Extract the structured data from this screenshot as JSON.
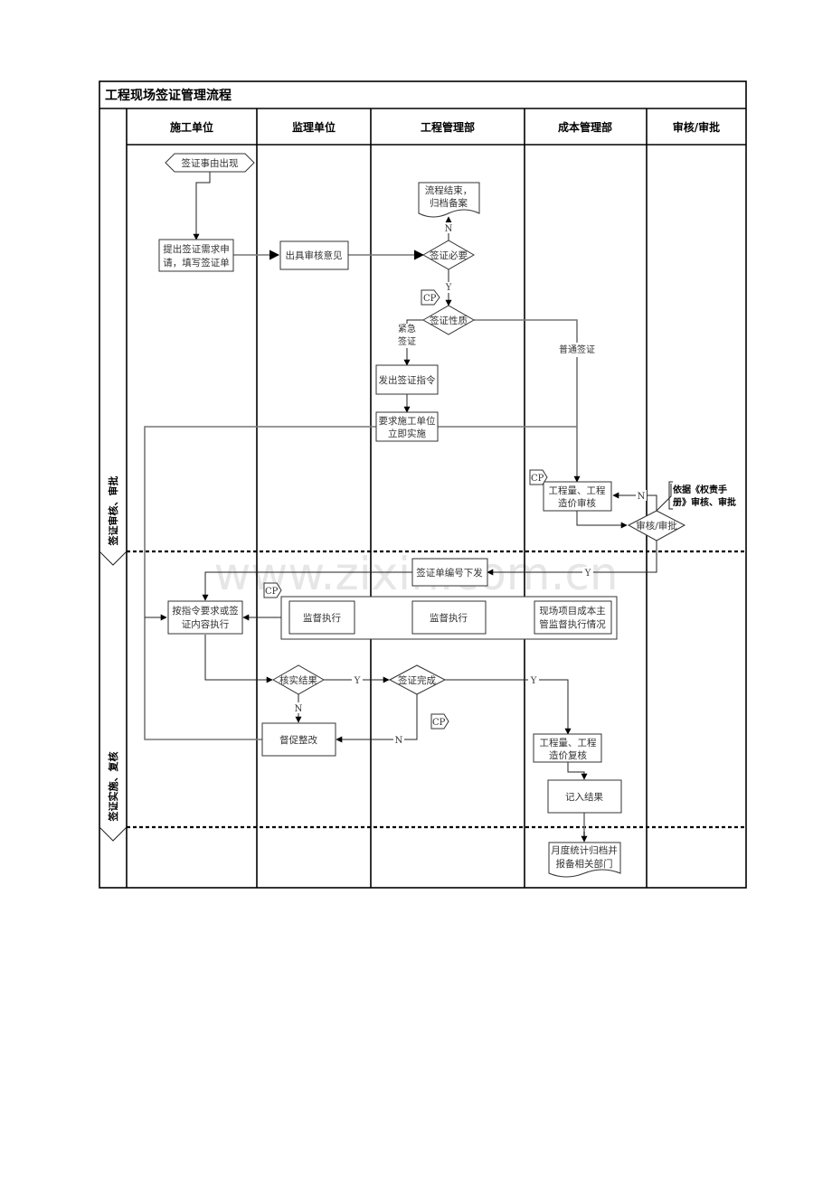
{
  "title": "工程现场签证管理流程",
  "lanes": [
    "施工单位",
    "监理单位",
    "工程管理部",
    "成本管理部",
    "审核/审批"
  ],
  "phases": [
    "签证审核、审批",
    "签证实施、复核"
  ],
  "watermark": "www.zixin.com.cn",
  "nodes": {
    "start": "签证事由出现",
    "apply": [
      "提出签证需求申",
      "请，填写签证单"
    ],
    "supervisor_opinion": "出具审核意见",
    "end_archive": [
      "流程结束，",
      "归档备案"
    ],
    "necessary": "签证必要",
    "nature": "签证性质",
    "issue_order": "发出签证指令",
    "require_impl": [
      "要求施工单位",
      "立即实施"
    ],
    "cost_review": [
      "工程量、工程",
      "造价审核"
    ],
    "approve": "审核/审批",
    "basis_note": [
      "依据《权责手",
      "册》审核、审批"
    ],
    "number_issue": "签证单编号下发",
    "execute": [
      "按指令要求或签",
      "证内容执行"
    ],
    "supervise_1": "监督执行",
    "supervise_2": "监督执行",
    "cost_supervise": [
      "现场项目成本主",
      "管监督执行情况"
    ],
    "verify": "核实结果",
    "complete": "签证完成",
    "rectify": "督促整改",
    "recheck": [
      "工程量、工程",
      "造价复核"
    ],
    "record": "记入结果",
    "monthly": [
      "月度统计归档并",
      "报备相关部门"
    ]
  },
  "labels": {
    "yes": "Y",
    "no": "N",
    "urgent": [
      "紧急",
      "签证"
    ],
    "normal": "普通签证",
    "cp": "CP"
  }
}
